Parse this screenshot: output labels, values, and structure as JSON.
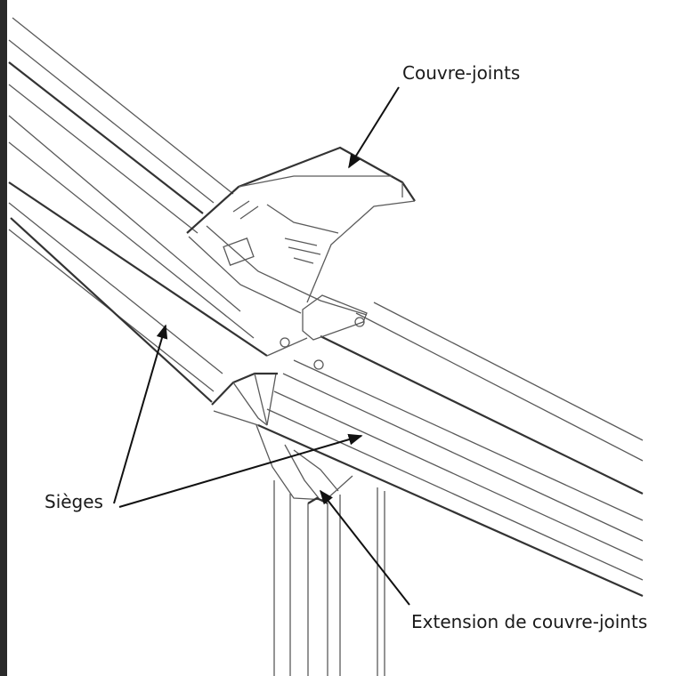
{
  "labels": {
    "couvre_joints": "Couvre-joints",
    "sieges": "Sièges",
    "extension": "Extension de couvre-joints"
  },
  "colors": {
    "line": "#5a5a5a",
    "arrow": "#111111",
    "edge_bar": "#2a2a2a",
    "background": "#ffffff"
  }
}
